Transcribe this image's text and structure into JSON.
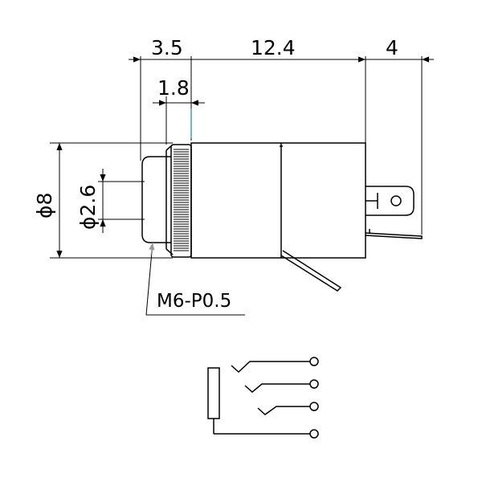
{
  "dimensions": {
    "flange_length": "3.5",
    "body_length": "12.4",
    "terminal_length": "4",
    "thread_length": "1.8",
    "outer_diameter": "ϕ8",
    "bore_diameter": "ϕ2.6"
  },
  "callout": {
    "thread_spec": "M6-P0.5"
  },
  "schematic": {
    "terminal_count": 4
  },
  "colors": {
    "line": "#000000",
    "accent_line": "#2aa0a8",
    "background": "#ffffff"
  }
}
